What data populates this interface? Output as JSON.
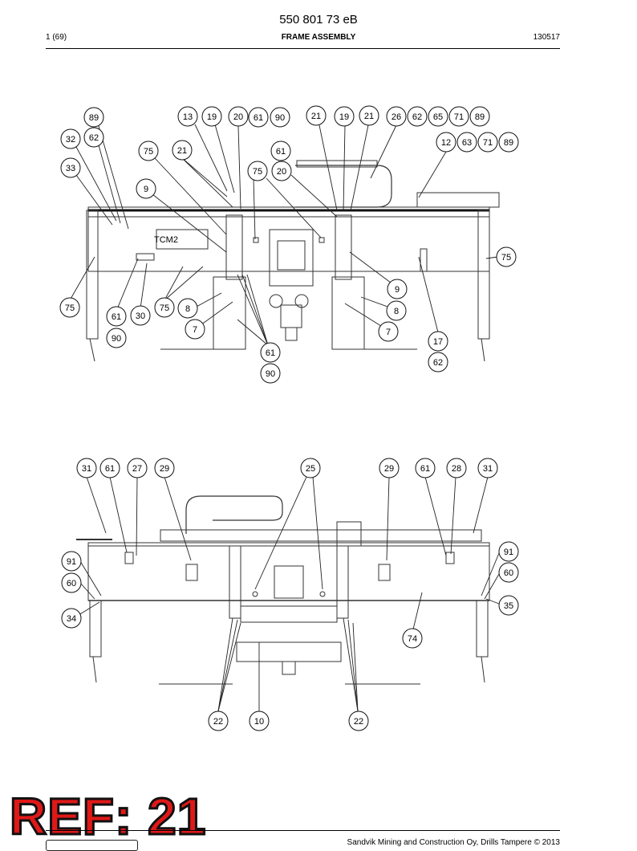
{
  "header": {
    "document_number": "550 801 73 eB",
    "page": "1 (69)",
    "title": "FRAME ASSEMBLY",
    "date_code": "130517"
  },
  "ref_stamp": "REF: 21",
  "footer": {
    "copyright": "Sandvik Mining and Construction Oy, Drills Tampere © 2013"
  },
  "top_view": {
    "callouts": [
      "89",
      "62",
      "32",
      "33",
      "13",
      "19",
      "20",
      "61",
      "90",
      "21",
      "19",
      "21",
      "26",
      "62",
      "65",
      "71",
      "89",
      "12",
      "63",
      "71",
      "89",
      "75",
      "21",
      "61",
      "75",
      "20",
      "9",
      "75",
      "9",
      "8",
      "7",
      "7",
      "8",
      "61",
      "90",
      "75",
      "61",
      "30",
      "90",
      "75",
      "17",
      "62"
    ]
  },
  "bottom_view": {
    "callouts": [
      "31",
      "61",
      "27",
      "29",
      "25",
      "29",
      "61",
      "28",
      "31",
      "91",
      "60",
      "34",
      "91",
      "60",
      "35",
      "74",
      "22",
      "10",
      "22"
    ]
  }
}
